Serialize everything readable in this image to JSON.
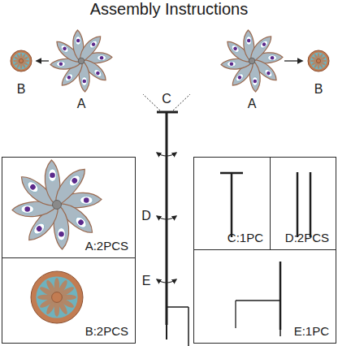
{
  "diagram": {
    "title": "Assembly Instructions",
    "nodes": [
      {
        "text": [
          "A:2PCS"
        ]
      },
      {
        "text": [
          "C:1PC"
        ]
      },
      {
        "text": [
          "D:2PCS"
        ]
      },
      {
        "text": [
          "B:2PCS"
        ]
      },
      {
        "text": [
          "E:1PC"
        ]
      }
    ],
    "labels": [
      "B",
      "A",
      "C",
      "A",
      "B",
      "D",
      "E"
    ]
  }
}
